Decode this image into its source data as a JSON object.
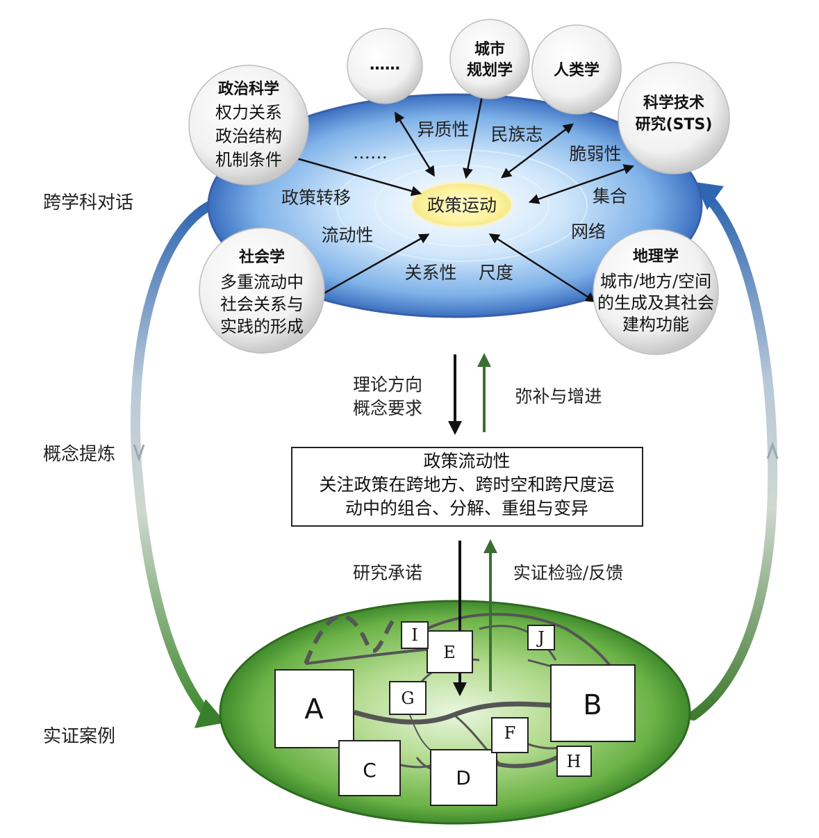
{
  "side_labels": {
    "interdisciplinary": "跨学科对话",
    "concept_refining": "概念提炼",
    "empirical_cases": "实证案例"
  },
  "center": {
    "label": "政策运动"
  },
  "ellipse_concepts": {
    "heterogeneity": "异质性",
    "ethnography": "民族志",
    "ellipsis": "……",
    "vulnerability": "脆弱性",
    "policy_transfer": "政策转移",
    "assemblage": "集合",
    "mobility": "流动性",
    "network": "网络",
    "relationality": "关系性",
    "scale": "尺度"
  },
  "disciplines": {
    "political_science": {
      "title": "政治科学",
      "lines": [
        "权力关系",
        "政治结构",
        "机制条件"
      ]
    },
    "etc": {
      "title": "……"
    },
    "urban_planning": {
      "lines": [
        "城市",
        "规划学"
      ]
    },
    "anthropology": {
      "title": "人类学"
    },
    "sts": {
      "lines": [
        "科学技术",
        "研究(STS)"
      ]
    },
    "sociology": {
      "title": "社会学",
      "lines": [
        "多重流动中",
        "社会关系与",
        "实践的形成"
      ]
    },
    "geography": {
      "title": "地理学",
      "lines": [
        "城市/地方/空间",
        "的生成及其社会",
        "建构功能"
      ]
    }
  },
  "upper_arrows": {
    "down_label_1": "理论方向",
    "down_label_2": "概念要求",
    "up_label": "弥补与增进"
  },
  "mobility_box": {
    "title": "政策流动性",
    "line1": "关注政策在跨地方、跨时空和跨尺度运",
    "line2": "动中的组合、分解、重组与变异"
  },
  "lower_arrows": {
    "down_label": "研究承诺",
    "up_label": "实证检验/反馈"
  },
  "cases": [
    "A",
    "B",
    "C",
    "D",
    "E",
    "F",
    "G",
    "H",
    "I",
    "J"
  ],
  "colors": {
    "blue_ellipse": "#5b94d6",
    "green_ellipse": "#5aa83c",
    "center_glow": "#fff6a0",
    "up_arrow": "#3c6e34"
  }
}
